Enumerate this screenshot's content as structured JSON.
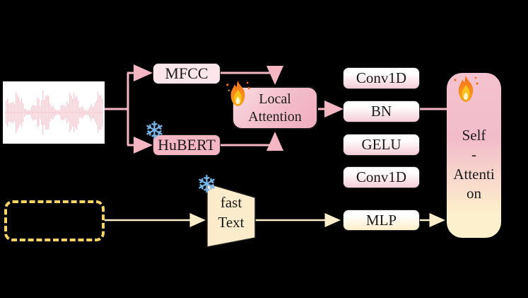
{
  "figure": {
    "type": "model-architecture-diagram",
    "background": "#000000"
  },
  "colors": {
    "pink_arrow": "#f5b6c3",
    "cream_arrow": "#fbecca",
    "mfcc_fill": "#fce6ec",
    "hubert_fill": "#f4b6c3",
    "local_attention_top": "#f9dce2",
    "local_attention_bottom": "#efadbf",
    "stack_fill_top": "#ffffff",
    "stack_fill_bottom": "#f5cdd7",
    "mlp_fill_bottom": "#fdeec9",
    "self_attention_top": "#f4c2cf",
    "self_attention_bottom": "#fdf0cc",
    "fasttext_fill": "#fbeccb",
    "dashed_box_border": "#f8d466",
    "waveform_bars": "#f6cdd5",
    "flame_orange": "#f8701d",
    "flame_yellow": "#fcc21b",
    "snowflake_blue": "#7ab7e8"
  },
  "nodes": {
    "mfcc": {
      "label": "MFCC"
    },
    "hubert": {
      "label": "HuBERT"
    },
    "local_attention": {
      "label": "Local Attention"
    },
    "conv1d_top": {
      "label": "Conv1D"
    },
    "bn": {
      "label": "BN"
    },
    "gelu": {
      "label": "GELU"
    },
    "conv1d_bottom": {
      "label": "Conv1D"
    },
    "mlp": {
      "label": "MLP"
    },
    "self_attention": {
      "line1": "Self",
      "line2": "-",
      "line3": "Attenti",
      "line4": "on"
    },
    "fasttext": {
      "line1": "fast",
      "line2": "Text"
    }
  },
  "icons": {
    "flame": "trainable (fire)",
    "snowflake": "frozen (snowflake)",
    "snowflake_glyph": "❄"
  }
}
